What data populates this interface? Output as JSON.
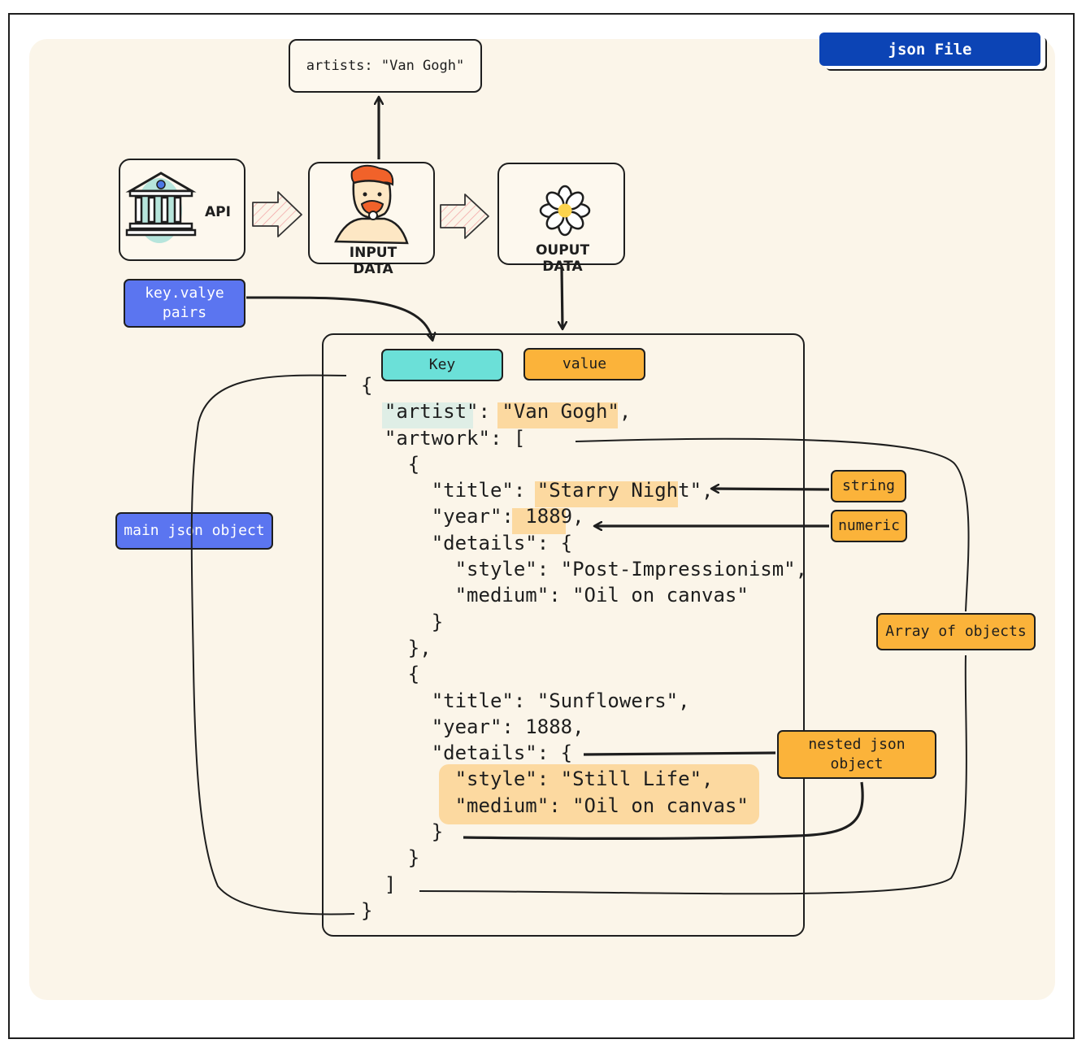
{
  "badge": "json File",
  "top_box": "artists: \"Van Gogh\"",
  "nodes": {
    "api": "API",
    "input": "INPUT DATA",
    "output": "OUPUT DATA"
  },
  "labels": {
    "kv_pairs_1": "key.valye",
    "kv_pairs_2": "pairs",
    "key": "Key",
    "value": "value",
    "main_obj": "main json object",
    "string": "string",
    "numeric": "numeric",
    "array": "Array of objects",
    "nested_1": "nested json",
    "nested_2": "object"
  },
  "code": [
    "{",
    "  \"artist\": \"Van Gogh\",",
    "  \"artwork\": [",
    "    {",
    "      \"title\": \"Starry Night\",",
    "      \"year\": 1889,",
    "      \"details\": {",
    "        \"style\": \"Post-Impressionism\",",
    "        \"medium\": \"Oil on canvas\"",
    "      }",
    "    },",
    "    {",
    "      \"title\": \"Sunflowers\",",
    "      \"year\": 1888,",
    "      \"details\": {",
    "        \"style\": \"Still Life\",",
    "        \"medium\": \"Oil on canvas\"",
    "      }",
    "    }",
    "  ]",
    "}"
  ],
  "colors": {
    "background": "#fbf5e9",
    "blue_label": "#5b75f0",
    "teal_label": "#6be0d8",
    "amber_label": "#fbb33a",
    "badge": "#0c44b5",
    "value_highlight": "#fcd9a0",
    "key_highlight": "#dfeee6"
  }
}
